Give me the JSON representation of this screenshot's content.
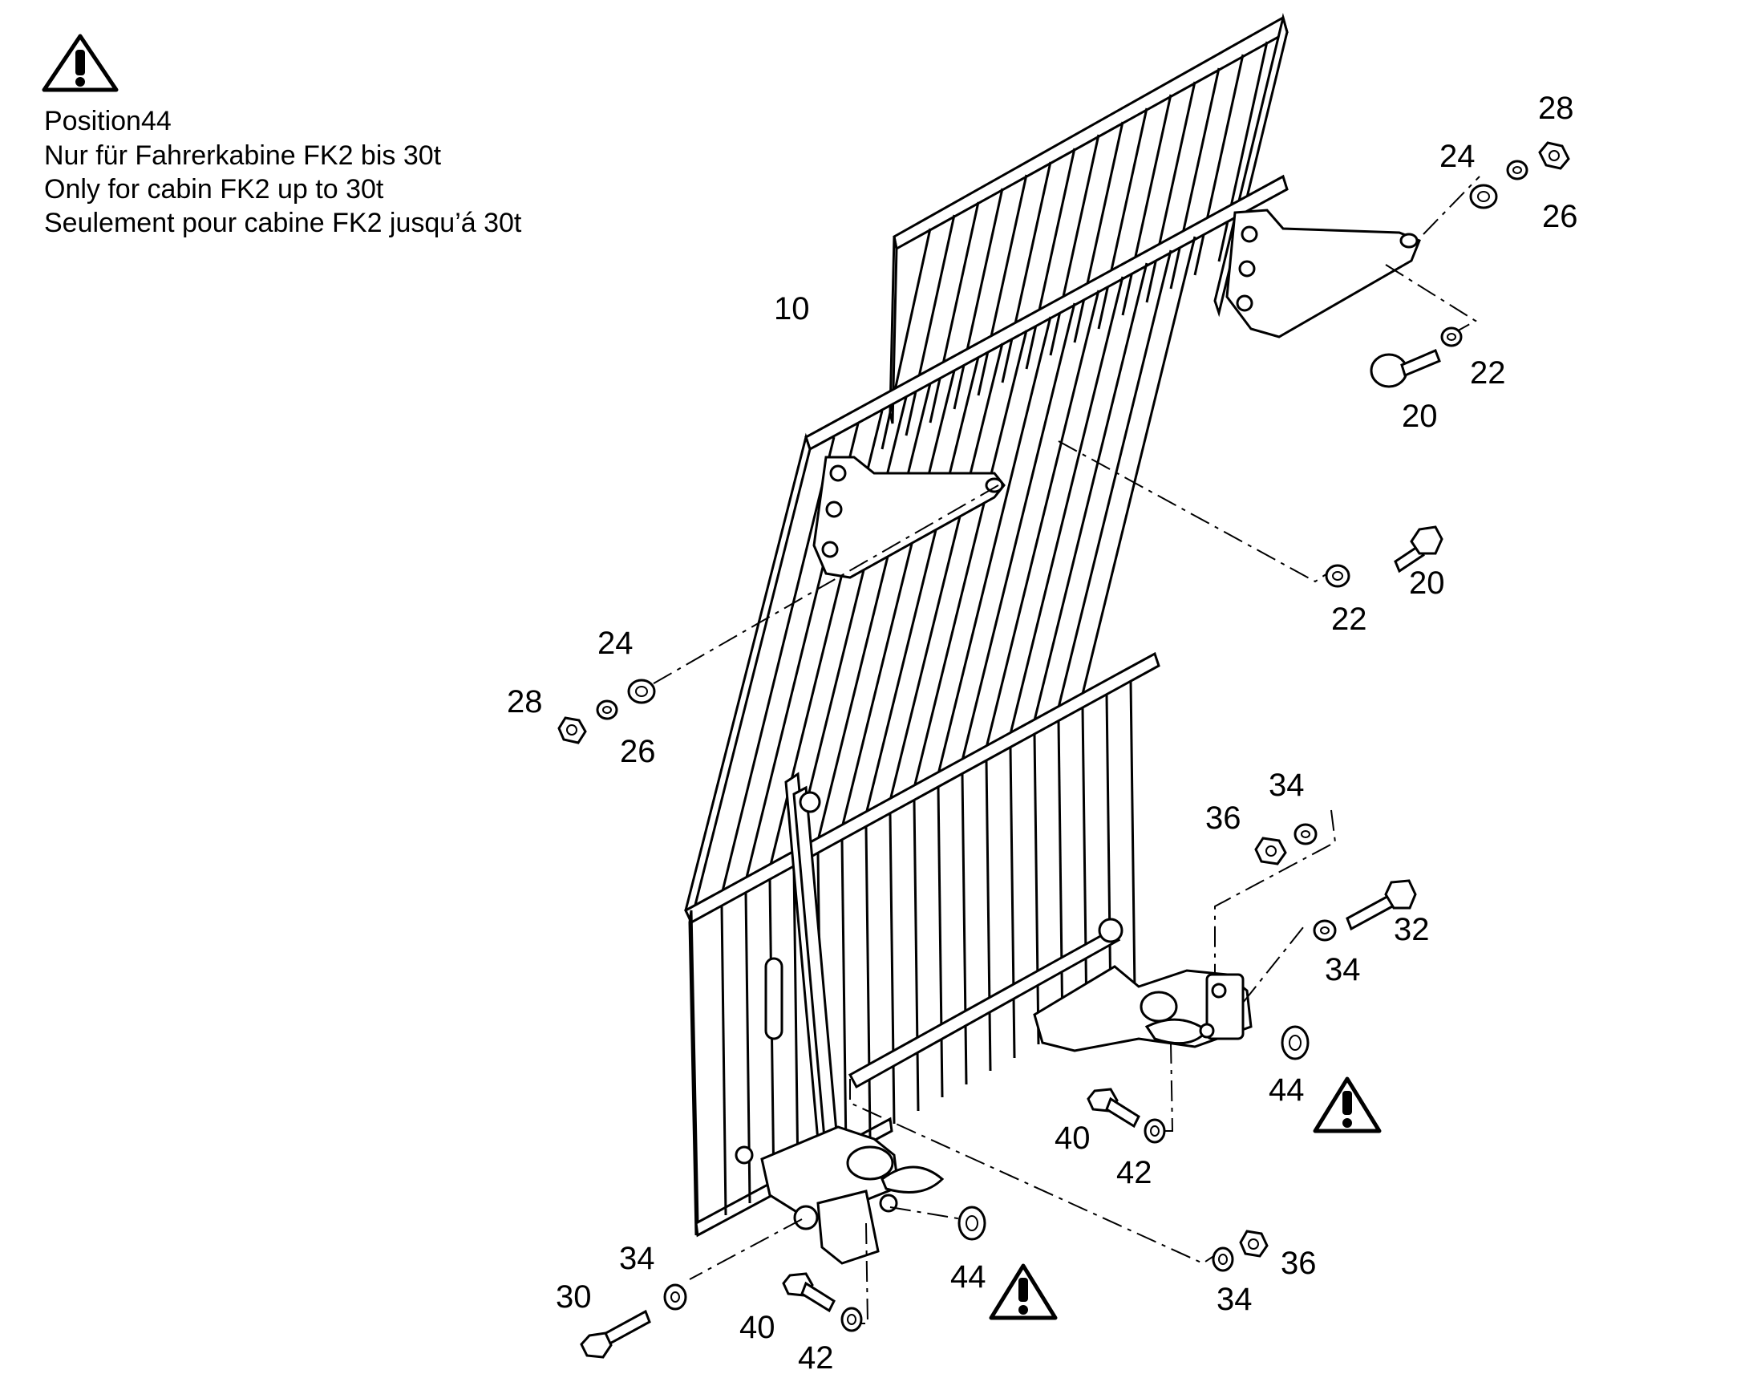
{
  "note": {
    "lines": [
      "Position44",
      "Nur für Fahrerkabine FK2 bis 30t",
      "Only for cabin FK2 up to 30t",
      "Seulement pour cabine FK2 jusqu’á 30t"
    ],
    "icon": "warning-triangle-icon"
  },
  "callouts": [
    {
      "id": "c10",
      "text": "10"
    },
    {
      "id": "c28a",
      "text": "28"
    },
    {
      "id": "c24a",
      "text": "24"
    },
    {
      "id": "c26a",
      "text": "26"
    },
    {
      "id": "c22a",
      "text": "22"
    },
    {
      "id": "c20a",
      "text": "20"
    },
    {
      "id": "c20b",
      "text": "20"
    },
    {
      "id": "c22b",
      "text": "22"
    },
    {
      "id": "c24b",
      "text": "24"
    },
    {
      "id": "c28b",
      "text": "28"
    },
    {
      "id": "c26b",
      "text": "26"
    },
    {
      "id": "c34a",
      "text": "34"
    },
    {
      "id": "c36a",
      "text": "36"
    },
    {
      "id": "c32",
      "text": "32"
    },
    {
      "id": "c34b",
      "text": "34"
    },
    {
      "id": "c44a",
      "text": "44"
    },
    {
      "id": "c40a",
      "text": "40"
    },
    {
      "id": "c42a",
      "text": "42"
    },
    {
      "id": "c36b",
      "text": "36"
    },
    {
      "id": "c34c",
      "text": "34"
    },
    {
      "id": "c34d",
      "text": "34"
    },
    {
      "id": "c30",
      "text": "30"
    },
    {
      "id": "c40b",
      "text": "40"
    },
    {
      "id": "c42b",
      "text": "42"
    },
    {
      "id": "c44b",
      "text": "44"
    }
  ]
}
